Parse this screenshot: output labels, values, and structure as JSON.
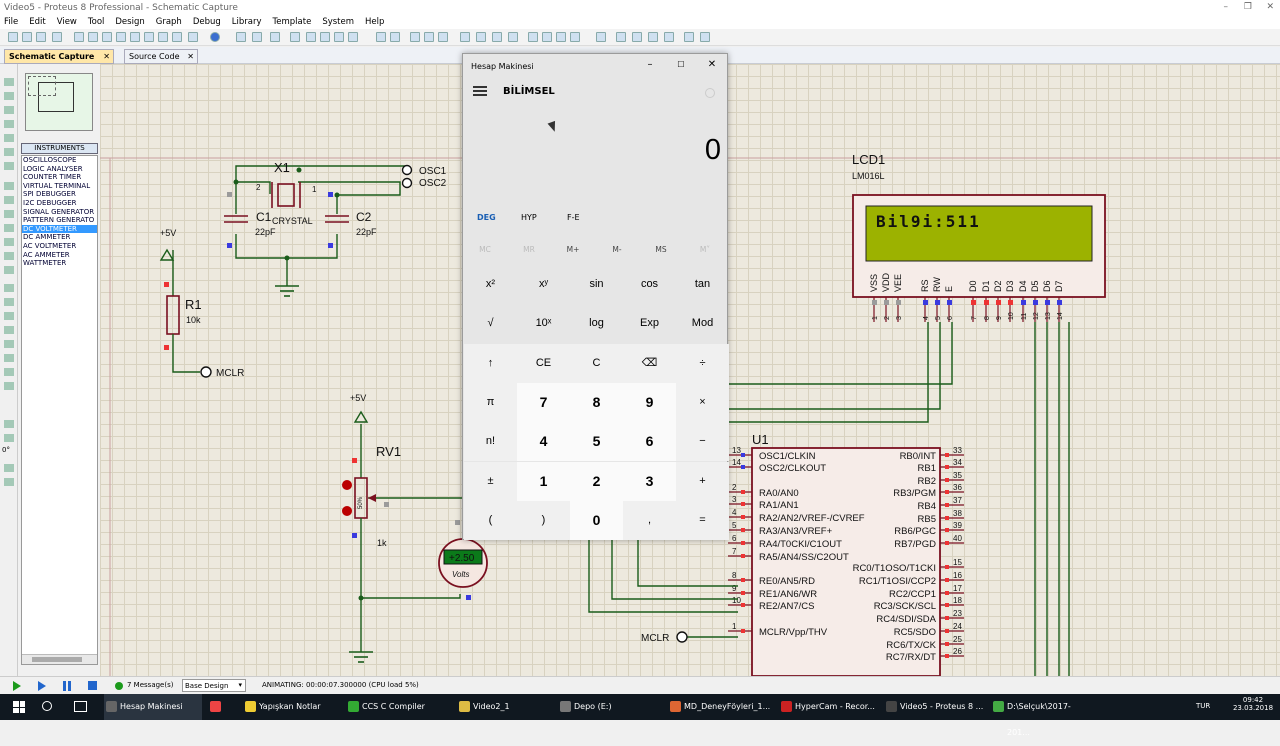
{
  "window": {
    "title": "Video5 - Proteus 8 Professional - Schematic Capture",
    "controls": [
      "–",
      "❐",
      "✕"
    ]
  },
  "menu": [
    "File",
    "Edit",
    "View",
    "Tool",
    "Design",
    "Graph",
    "Debug",
    "Library",
    "Template",
    "System",
    "Help"
  ],
  "tabs": [
    {
      "label": "Schematic Capture",
      "close": "✕"
    },
    {
      "label": "Source Code",
      "close": "✕"
    }
  ],
  "instruments": {
    "header": "INSTRUMENTS",
    "items": [
      "OSCILLOSCOPE",
      "LOGIC ANALYSER",
      "COUNTER TIMER",
      "VIRTUAL TERMINAL",
      "SPI DEBUGGER",
      "I2C DEBUGGER",
      "SIGNAL GENERATOR",
      "PATTERN GENERATO",
      "DC VOLTMETER",
      "DC AMMETER",
      "AC VOLTMETER",
      "AC AMMETER",
      "WATTMETER"
    ],
    "selected": "DC VOLTMETER"
  },
  "angle": "0°",
  "schematic": {
    "x1": "X1",
    "x1_value": "CRYSTAL",
    "c1": "C1",
    "c1_value": "22pF",
    "c2": "C2",
    "c2_value": "22pF",
    "osc1": "OSC1",
    "osc2": "OSC2",
    "pin1": "1",
    "pin2": "2",
    "plus5_1": "+5V",
    "r1": "R1",
    "r1_value": "10k",
    "mclr": "MCLR",
    "plus5_2": "+5V",
    "rv1": "RV1",
    "rv1_value": "1k",
    "rv1_pct": "50%",
    "voltmeter_reading": "+2.50",
    "voltmeter_unit": "Volts",
    "lcd": "LCD1",
    "lcd_model": "LM016L",
    "lcd_text": "Bil9i:511",
    "lcd_pins": [
      "VSS",
      "VDD",
      "VEE",
      "RS",
      "RW",
      "E",
      "D0",
      "D1",
      "D2",
      "D3",
      "D4",
      "D5",
      "D6",
      "D7"
    ],
    "lcd_pin_nums": [
      "1",
      "2",
      "3",
      "4",
      "5",
      "6",
      "7",
      "8",
      "9",
      "10",
      "11",
      "12",
      "13",
      "14"
    ],
    "u1": "U1",
    "u1_left": [
      {
        "n": "13",
        "t": "OSC1/CLKIN"
      },
      {
        "n": "14",
        "t": "OSC2/CLKOUT"
      },
      {
        "n": "2",
        "t": "RA0/AN0"
      },
      {
        "n": "3",
        "t": "RA1/AN1"
      },
      {
        "n": "4",
        "t": "RA2/AN2/VREF-/CVREF"
      },
      {
        "n": "5",
        "t": "RA3/AN3/VREF+"
      },
      {
        "n": "6",
        "t": "RA4/T0CKI/C1OUT"
      },
      {
        "n": "7",
        "t": "RA5/AN4/SS/C2OUT"
      },
      {
        "n": "8",
        "t": "RE0/AN5/RD"
      },
      {
        "n": "9",
        "t": "RE1/AN6/WR"
      },
      {
        "n": "10",
        "t": "RE2/AN7/CS"
      },
      {
        "n": "1",
        "t": "MCLR/Vpp/THV"
      }
    ],
    "u1_right": [
      {
        "n": "33",
        "t": "RB0/INT"
      },
      {
        "n": "34",
        "t": "RB1"
      },
      {
        "n": "35",
        "t": "RB2"
      },
      {
        "n": "36",
        "t": "RB3/PGM"
      },
      {
        "n": "37",
        "t": "RB4"
      },
      {
        "n": "38",
        "t": "RB5"
      },
      {
        "n": "39",
        "t": "RB6/PGC"
      },
      {
        "n": "40",
        "t": "RB7/PGD"
      },
      {
        "n": "15",
        "t": "RC0/T1OSO/T1CKI"
      },
      {
        "n": "16",
        "t": "RC1/T1OSI/CCP2"
      },
      {
        "n": "17",
        "t": "RC2/CCP1"
      },
      {
        "n": "18",
        "t": "RC3/SCK/SCL"
      },
      {
        "n": "23",
        "t": "RC4/SDI/SDA"
      },
      {
        "n": "24",
        "t": "RC5/SDO"
      },
      {
        "n": "25",
        "t": "RC6/TX/CK"
      },
      {
        "n": "26",
        "t": "RC7/RX/DT"
      }
    ],
    "mclr2": "MCLR"
  },
  "calculator": {
    "title": "Hesap Makinesi",
    "mode": "BİLİMSEL",
    "display": "0",
    "angle_modes": [
      "DEG",
      "HYP",
      "F-E"
    ],
    "memory": [
      "MC",
      "MR",
      "M+",
      "M-",
      "MS",
      "M˅"
    ],
    "rows": [
      [
        "x²",
        "xʸ",
        "sin",
        "cos",
        "tan"
      ],
      [
        "√",
        "10ˣ",
        "log",
        "Exp",
        "Mod"
      ],
      [
        "↑",
        "CE",
        "C",
        "⌫",
        "÷"
      ],
      [
        "π",
        "7",
        "8",
        "9",
        "×"
      ],
      [
        "n!",
        "4",
        "5",
        "6",
        "−"
      ],
      [
        "±",
        "1",
        "2",
        "3",
        "+"
      ],
      [
        "(",
        ")",
        "0",
        ",",
        "="
      ]
    ]
  },
  "status": {
    "messages": "7 Message(s)",
    "design": "Base Design",
    "animating": "ANIMATING: 00:00:07.300000 (CPU load 5%)"
  },
  "taskbar": [
    {
      "label": "Hesap Makinesi",
      "color": "#666"
    },
    {
      "label": "",
      "color": "#e44"
    },
    {
      "label": "Yapışkan Notlar",
      "color": "#ec3"
    },
    {
      "label": "CCS C Compiler",
      "color": "#3a3"
    },
    {
      "label": "Video2_1",
      "color": "#db4"
    },
    {
      "label": "Depo (E:)",
      "color": "#777"
    },
    {
      "label": "MD_DeneyFöyleri_1...",
      "color": "#d63"
    },
    {
      "label": "HyperCam - Recor...",
      "color": "#c22"
    },
    {
      "label": "Video5 - Proteus 8 ...",
      "color": "#444"
    },
    {
      "label": "D:\\Selçuk\\2017-201...",
      "color": "#4a4"
    }
  ],
  "tray": {
    "lang": "TUR",
    "time": "09:42",
    "date": "23.03.2018"
  }
}
